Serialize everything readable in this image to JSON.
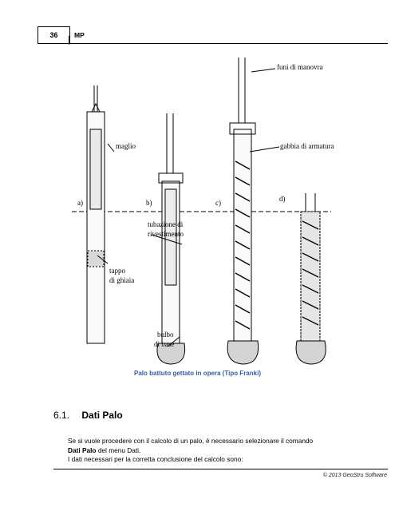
{
  "header": {
    "page_number": "36",
    "product": "MP"
  },
  "figure": {
    "labels": {
      "maglio": "maglio",
      "funi": "funi di manovra",
      "gabbia": "gabbia di armatura",
      "tubazione_1": "tubazione di",
      "tubazione_2": "rivestimento",
      "tappo_1": "tappo",
      "tappo_2": "di ghiaia",
      "bulbo_1": "bulbo",
      "bulbo_2": "di base",
      "stage_a": "a)",
      "stage_b": "b)",
      "stage_c": "c)",
      "stage_d": "d)"
    },
    "caption": "Palo battuto gettato in opera (Tipo Franki)"
  },
  "section": {
    "number": "6.1.",
    "title": "Dati Palo"
  },
  "body": {
    "l1": "Se si vuole procedere con il calcolo di un palo, è necessario selezionare il comando",
    "l2_bold": "Dati Palo",
    "l2_rest": " del menu Dati.",
    "l3": "I dati necessari per la corretta conclusione del calcolo sono:"
  },
  "footer": {
    "copyright": "© 2013 GeoStru Software"
  }
}
